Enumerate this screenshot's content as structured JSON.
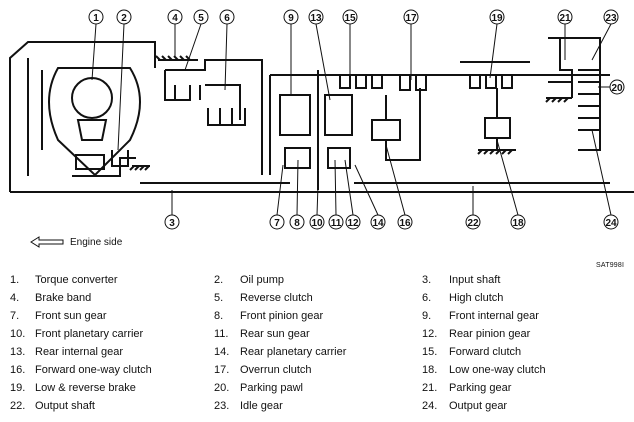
{
  "diagram": {
    "callouts": [
      "1",
      "2",
      "3",
      "4",
      "5",
      "6",
      "7",
      "8",
      "9",
      "10",
      "11",
      "12",
      "13",
      "14",
      "15",
      "16",
      "17",
      "18",
      "19",
      "20",
      "21",
      "22",
      "23",
      "24"
    ],
    "engine_side_label": "Engine side",
    "figure_code": "SAT998I"
  },
  "legend": [
    [
      {
        "num": "1.",
        "name": "Torque converter"
      },
      {
        "num": "2.",
        "name": "Oil pump"
      },
      {
        "num": "3.",
        "name": "Input shaft"
      }
    ],
    [
      {
        "num": "4.",
        "name": "Brake band"
      },
      {
        "num": "5.",
        "name": "Reverse clutch"
      },
      {
        "num": "6.",
        "name": "High clutch"
      }
    ],
    [
      {
        "num": "7.",
        "name": "Front sun gear"
      },
      {
        "num": "8.",
        "name": "Front pinion gear"
      },
      {
        "num": "9.",
        "name": "Front internal gear"
      }
    ],
    [
      {
        "num": "10.",
        "name": "Front planetary carrier"
      },
      {
        "num": "11.",
        "name": "Rear sun gear"
      },
      {
        "num": "12.",
        "name": "Rear pinion gear"
      }
    ],
    [
      {
        "num": "13.",
        "name": "Rear internal gear"
      },
      {
        "num": "14.",
        "name": "Rear planetary carrier"
      },
      {
        "num": "15.",
        "name": "Forward clutch"
      }
    ],
    [
      {
        "num": "16.",
        "name": "Forward one-way clutch"
      },
      {
        "num": "17.",
        "name": "Overrun clutch"
      },
      {
        "num": "18.",
        "name": "Low one-way clutch"
      }
    ],
    [
      {
        "num": "19.",
        "name": "Low & reverse brake"
      },
      {
        "num": "20.",
        "name": "Parking pawl"
      },
      {
        "num": "21.",
        "name": "Parking gear"
      }
    ],
    [
      {
        "num": "22.",
        "name": "Output shaft"
      },
      {
        "num": "23.",
        "name": "Idle gear"
      },
      {
        "num": "24.",
        "name": "Output gear"
      }
    ]
  ]
}
